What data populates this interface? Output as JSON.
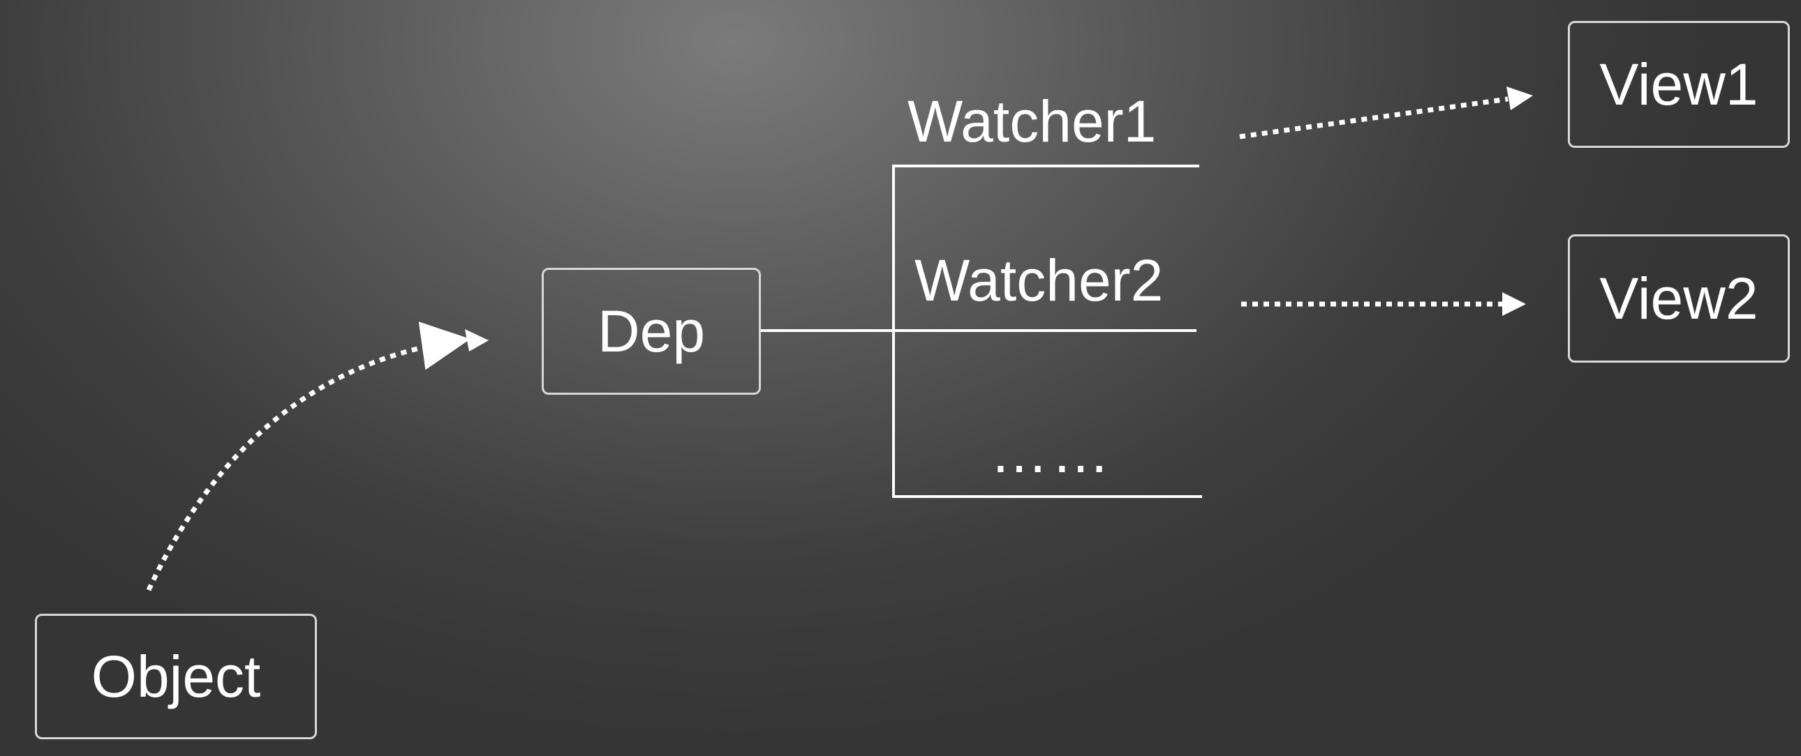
{
  "diagram": {
    "nodes": {
      "object": "Object",
      "dep": "Dep",
      "view1": "View1",
      "view2": "View2"
    },
    "watchers": [
      {
        "label": "Watcher1"
      },
      {
        "label": "Watcher2"
      },
      {
        "label": "……"
      }
    ],
    "colors": {
      "line": "#ffffff",
      "box_border": "#d8d8d8",
      "text": "#ffffff"
    },
    "edges": [
      {
        "from": "Object",
        "to": "Dep",
        "style": "dotted-arrow"
      },
      {
        "from": "Dep",
        "to": "Watcher1",
        "style": "solid"
      },
      {
        "from": "Dep",
        "to": "Watcher2",
        "style": "solid"
      },
      {
        "from": "Dep",
        "to": "……",
        "style": "solid"
      },
      {
        "from": "Watcher1",
        "to": "View1",
        "style": "dotted-arrow"
      },
      {
        "from": "Watcher2",
        "to": "View2",
        "style": "dotted-arrow"
      }
    ]
  }
}
